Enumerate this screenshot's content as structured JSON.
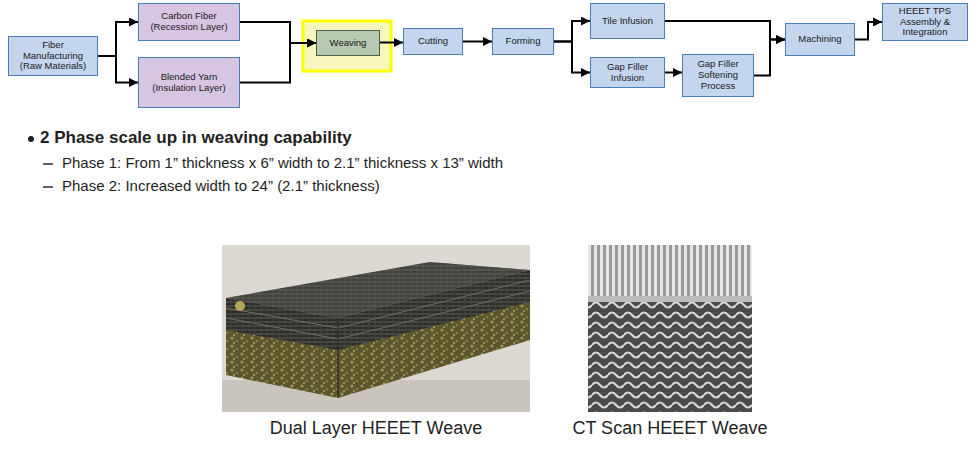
{
  "diagram": {
    "nodes": [
      {
        "text": [
          "Fiber Manufacturing (Raw Materials)"
        ]
      },
      {
        "text": [
          "Carbon Fiber (Recession Layer)"
        ]
      },
      {
        "text": [
          "Blended Yarn (Insulation Layer)"
        ]
      },
      {
        "text": [
          "Weaving"
        ]
      },
      {
        "text": [
          "Cutting"
        ]
      },
      {
        "text": [
          "Forming"
        ]
      },
      {
        "text": [
          "Tile Infusion"
        ]
      },
      {
        "text": [
          "Gap Filler Infusion"
        ]
      },
      {
        "text": [
          "Gap Filler Softening Process"
        ]
      },
      {
        "text": [
          "Machining"
        ]
      },
      {
        "text": [
          "HEEET TPS Assembly & Integration"
        ]
      }
    ],
    "edges": [
      {
        "from": 0,
        "to": 1,
        "arrow": "to"
      },
      {
        "from": 0,
        "to": 2,
        "arrow": "to"
      },
      {
        "from": 1,
        "to": 3,
        "arrow": "to"
      },
      {
        "from": 2,
        "to": 3,
        "arrow": "to"
      },
      {
        "from": 3,
        "to": 4,
        "arrow": "to"
      },
      {
        "from": 4,
        "to": 5,
        "arrow": "to"
      },
      {
        "from": 5,
        "to": 6,
        "arrow": "to"
      },
      {
        "from": 5,
        "to": 7,
        "arrow": "to"
      },
      {
        "from": 6,
        "to": 9,
        "arrow": "to"
      },
      {
        "from": 7,
        "to": 8,
        "arrow": "to"
      },
      {
        "from": 8,
        "to": 9,
        "arrow": "to"
      },
      {
        "from": 9,
        "to": 10,
        "arrow": "to"
      }
    ],
    "labels": [
      "2 Phase scale up in weaving capability",
      "Phase 1:  From 1” thickness x 6” width to 2.1” thickness x 13” width",
      "Phase 2:  Increased width to 24” (2.1” thickness)",
      "Dual Layer HEEET Weave",
      "CT Scan HEEET Weave"
    ]
  }
}
